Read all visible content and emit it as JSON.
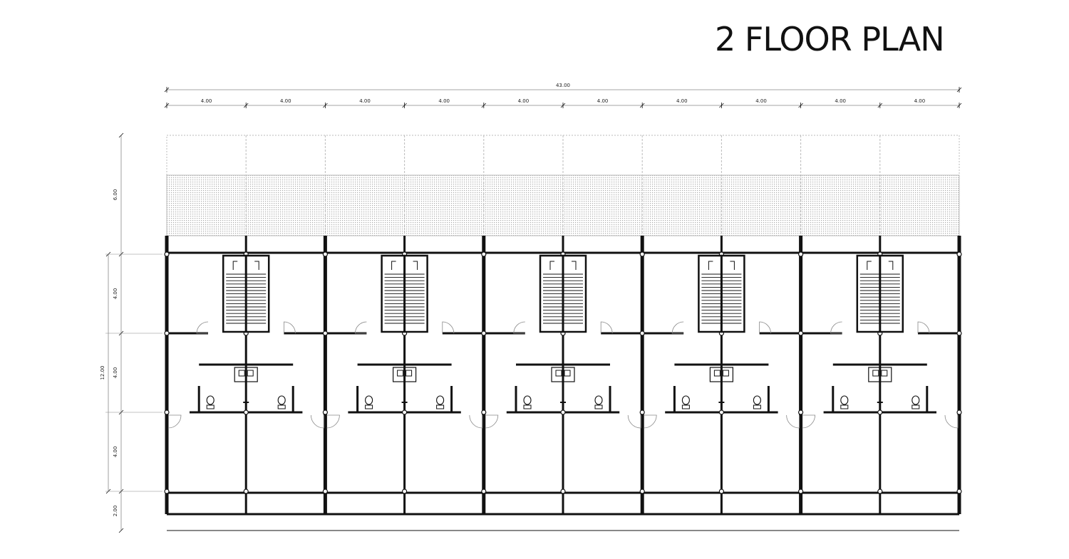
{
  "title": "2 FLOOR PLAN",
  "dimensions": {
    "overall_width": "43.00",
    "bay_widths": [
      "4.00",
      "4.00",
      "4.00",
      "4.00",
      "4.00",
      "4.00",
      "4.00",
      "4.00",
      "4.00",
      "4.00"
    ],
    "overall_depth": "12.00",
    "depths": [
      "6.00",
      "4.00",
      "4.00",
      "4.00",
      "2.00"
    ]
  },
  "layout": {
    "bays": 10,
    "units": 5
  },
  "colors": {
    "ink": "#111111",
    "line": "#888888",
    "hatch": "#aaaaaa",
    "roof": "#bbbbbb"
  }
}
